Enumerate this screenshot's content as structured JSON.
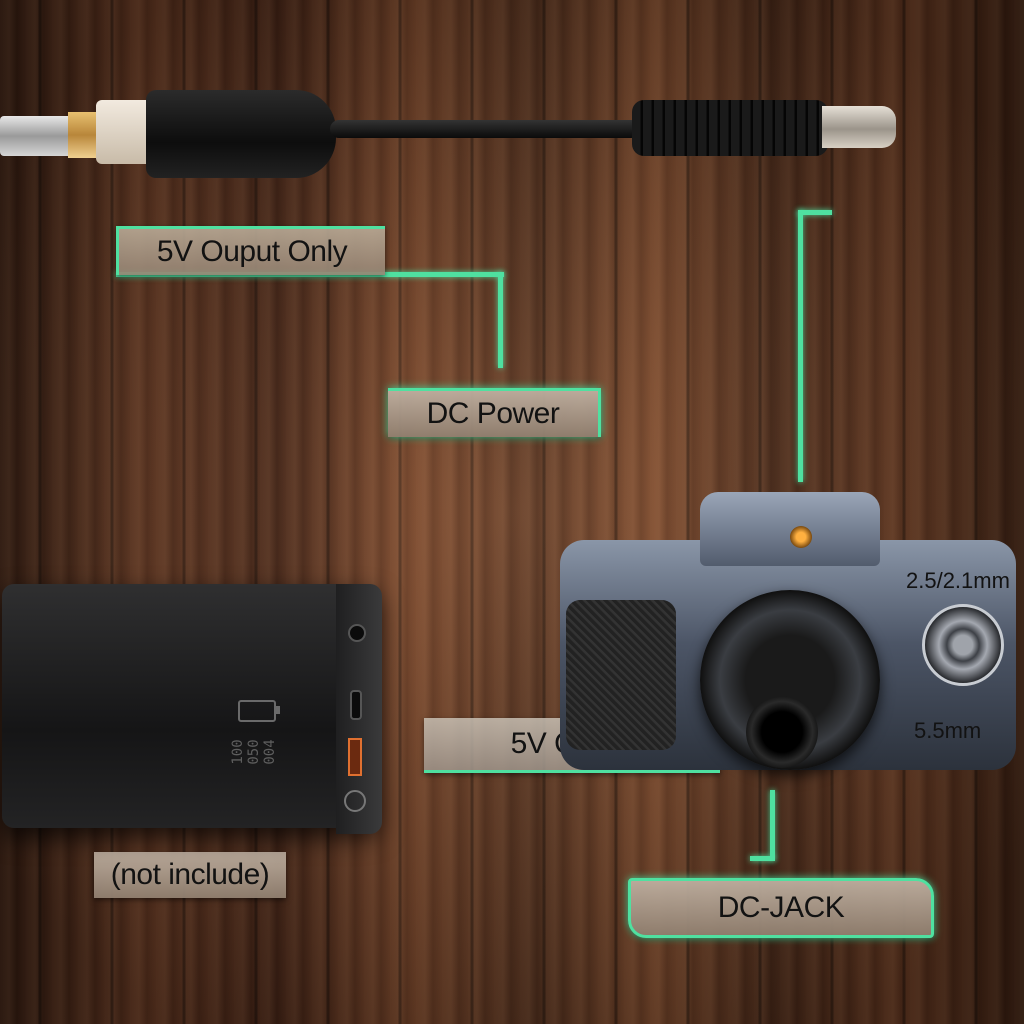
{
  "labels": {
    "output_only": "5V Ouput Only",
    "dc_power": "DC Power",
    "output": "5V Ouput",
    "not_include": "(not include)",
    "dc_jack": "DC-JACK",
    "size_top": "2.5/2.1mm",
    "size_bottom": "5.5mm"
  },
  "powerbank": {
    "digits": "100 050 004"
  },
  "colors": {
    "accent_glow": "#4fe0a0",
    "label_bg": "#b4a492"
  },
  "icons": {
    "battery": "battery-icon",
    "power": "power-icon"
  }
}
